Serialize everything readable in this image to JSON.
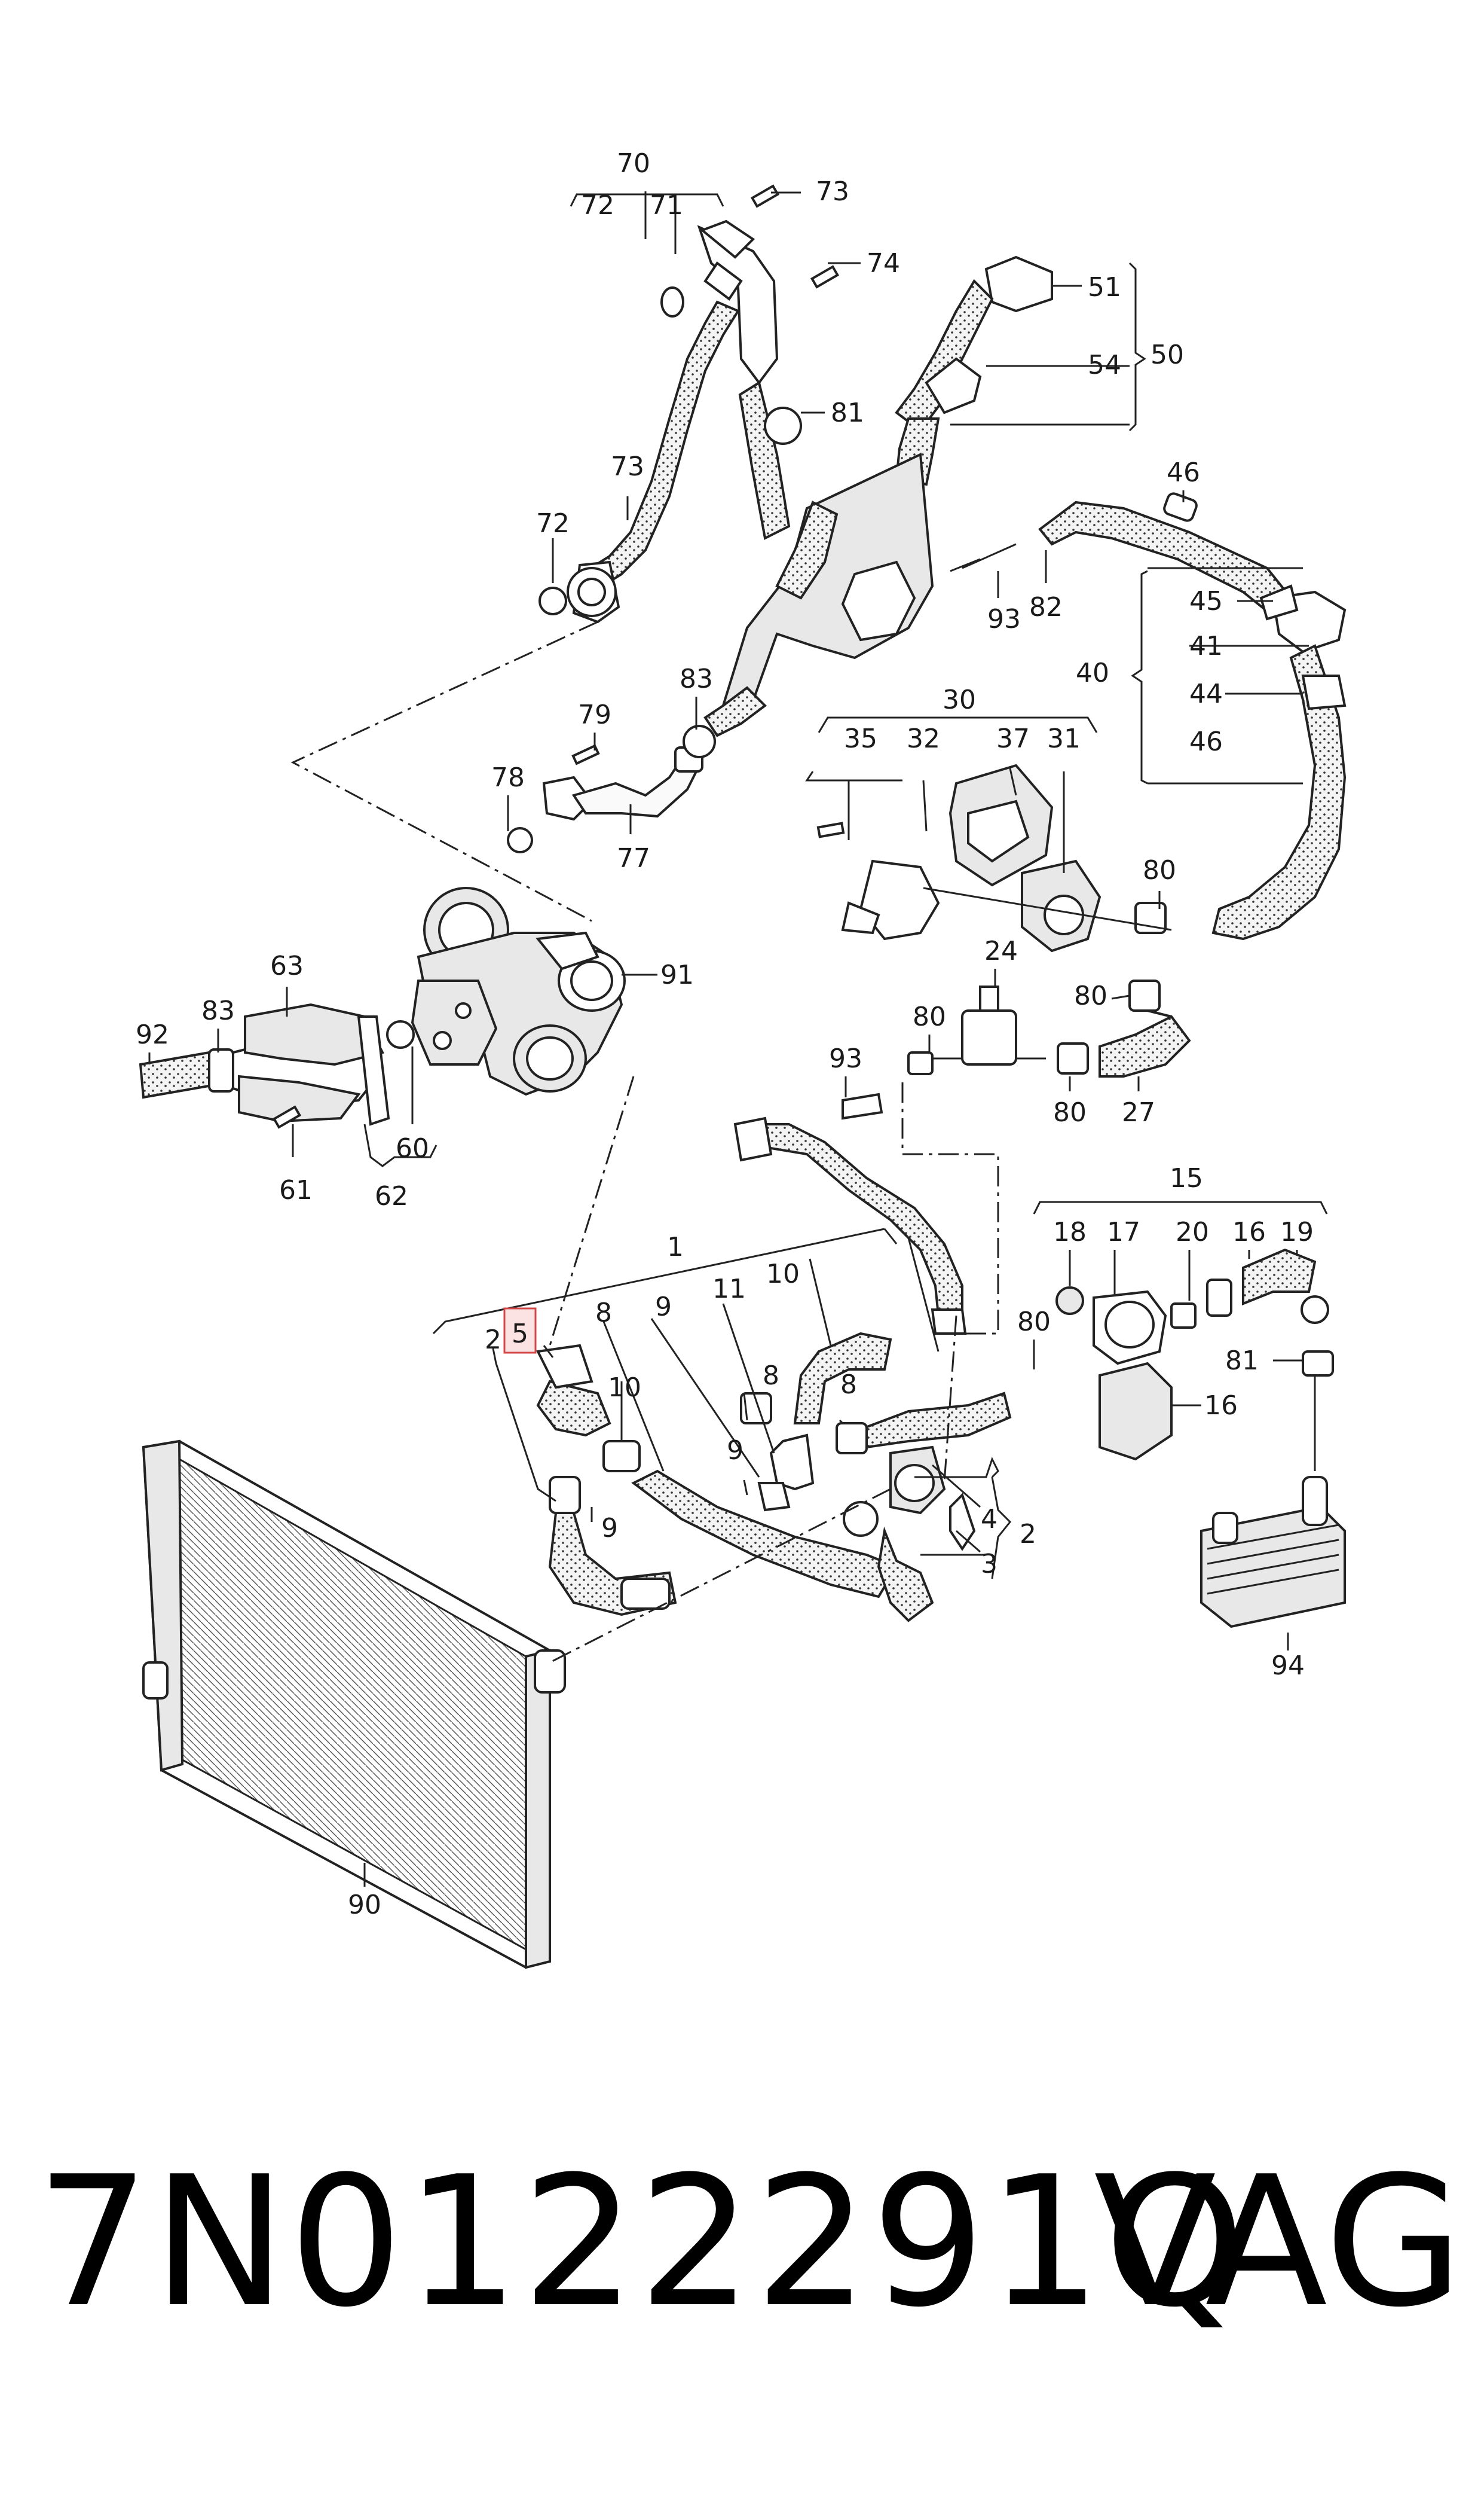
{
  "labels": {
    "l70": "70",
    "l72a": "72",
    "l71": "71",
    "l73a": "73",
    "l74": "74",
    "l51": "51",
    "l54": "54",
    "l50": "50",
    "l81a": "81",
    "l73b": "73",
    "l72b": "72",
    "l46a": "46",
    "l93a": "93",
    "l82": "82",
    "l45": "45",
    "l41": "41",
    "l40": "40",
    "l44": "44",
    "l46b": "46",
    "l83a": "83",
    "l79": "79",
    "l78": "78",
    "l77": "77",
    "l30": "30",
    "l35": "35",
    "l32": "32",
    "l37": "37",
    "l31": "31",
    "l80a": "80",
    "l91": "91",
    "l63": "63",
    "l83b": "83",
    "l92": "92",
    "l60": "60",
    "l61": "61",
    "l62": "62",
    "l24": "24",
    "l80b": "80",
    "l80c": "80",
    "l80d": "80",
    "l27": "27",
    "l93b": "93",
    "l15": "15",
    "l18": "18",
    "l17": "17",
    "l20": "20",
    "l16a": "16",
    "l19": "19",
    "l80e": "80",
    "l81b": "81",
    "l16b": "16",
    "l94": "94",
    "l1": "1",
    "l2a": "2",
    "l5": "5",
    "l8a": "8",
    "l9a": "9",
    "l11": "11",
    "l10a": "10",
    "l8b": "8",
    "l8c": "8",
    "l10b": "10",
    "l9b": "9",
    "l9c": "9",
    "l4": "4",
    "l3": "3",
    "l2b": "2",
    "l90": "90"
  },
  "footer": {
    "part_number": "7N0122291Q",
    "brand": "VAG"
  }
}
